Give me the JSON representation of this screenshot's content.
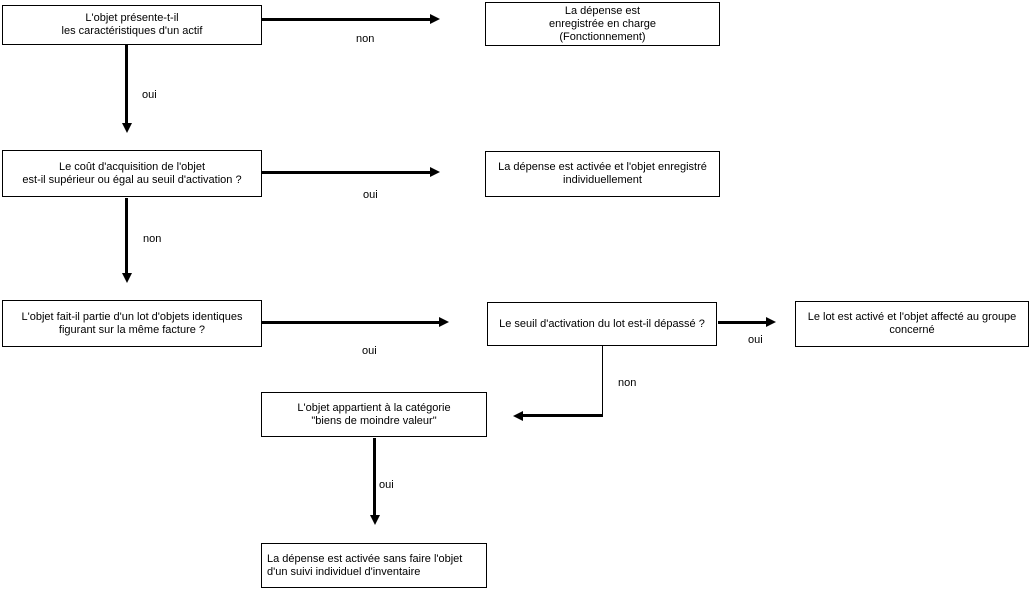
{
  "flowchart": {
    "colors": {
      "line": "#000000",
      "background": "#ffffff",
      "text": "#000000"
    },
    "nodes": {
      "actif_question": "L'objet présente-t-il\nles caractéristiques d'un actif",
      "depense_charge": "La dépense est\nenregistrée en charge\n(Fonctionnement)",
      "cout_question": "Le coût d'acquisition de l'objet\nest-il supérieur ou égal au seuil d'activation ?",
      "depense_activee": "La dépense est activée et l'objet enregistré\nindividuellement",
      "lot_question": "L'objet fait-il partie d'un lot d'objets identiques\nfigurant sur la même facture ?",
      "seuil_lot_question": "Le seuil d'activation du lot est-il dépassé ?",
      "lot_active": "Le lot est activé et l'objet affecté au groupe\nconcerné",
      "moindre_valeur": "L'objet appartient à la catégorie\n\"biens de moindre valeur\"",
      "depense_sans_suivi": "La dépense est activée sans faire l'objet\nd'un suivi individuel d'inventaire"
    },
    "edge_labels": {
      "actif_non": "non",
      "actif_oui": "oui",
      "cout_oui": "oui",
      "cout_non": "non",
      "lot_oui": "oui",
      "seuil_oui": "oui",
      "seuil_non": "non",
      "moindre_oui": "oui"
    }
  }
}
